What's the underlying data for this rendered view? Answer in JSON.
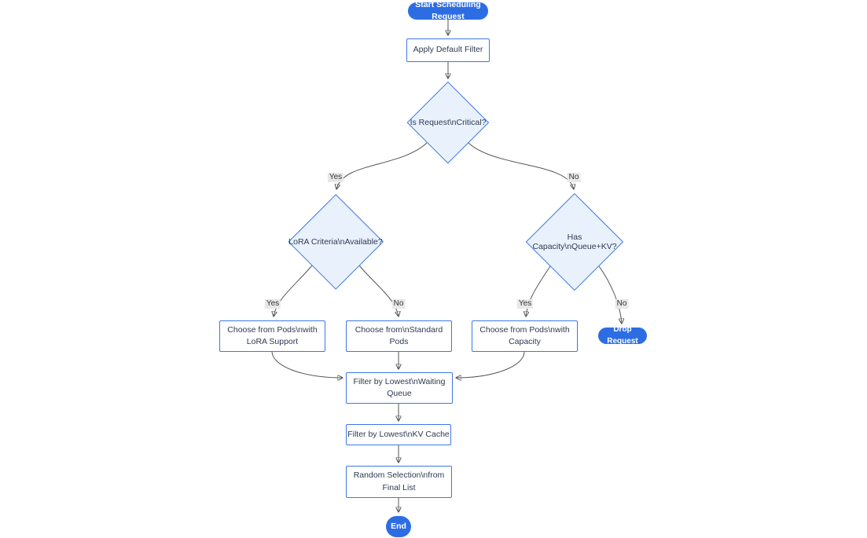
{
  "diagram": {
    "type": "flowchart",
    "direction": "top-down",
    "background": "#ffffff"
  },
  "colors": {
    "pill_fill": "#2d6de3",
    "pill_text": "#ffffff",
    "node_border": "#3d78e8",
    "diamond_fill": "#e9f1fc",
    "rect_fill": "#ffffff",
    "node_text": "#2e3a52",
    "edge_line": "#555555",
    "arrow_head": "#333333",
    "edge_label_bg": "#e8e8e8",
    "edge_label_text": "#333333"
  },
  "nodes": {
    "start": {
      "shape": "stadium",
      "label": "Start Scheduling Request"
    },
    "apply_filter": {
      "shape": "rect",
      "label": "Apply Default Filter"
    },
    "is_critical": {
      "shape": "diamond",
      "label": "Is Request\\nCritical?"
    },
    "lora_criteria": {
      "shape": "diamond",
      "label": "LoRA Criteria\\nAvailable?"
    },
    "has_capacity": {
      "shape": "diamond",
      "label": "Has Capacity\\nQueue+KV?"
    },
    "choose_lora": {
      "shape": "rect",
      "lines": [
        "Choose from Pods\\nwith",
        "LoRA Support"
      ]
    },
    "choose_standard": {
      "shape": "rect",
      "lines": [
        "Choose from\\nStandard",
        "Pods"
      ]
    },
    "choose_capacity": {
      "shape": "rect",
      "lines": [
        "Choose from Pods\\nwith",
        "Capacity"
      ]
    },
    "drop_request": {
      "shape": "stadium",
      "label": "Drop Request"
    },
    "filter_waiting": {
      "shape": "rect",
      "lines": [
        "Filter by Lowest\\nWaiting",
        "Queue"
      ]
    },
    "filter_kv": {
      "shape": "rect",
      "label": "Filter by Lowest\\nKV Cache"
    },
    "random_selection": {
      "shape": "rect",
      "lines": [
        "Random Selection\\nfrom",
        "Final List"
      ]
    },
    "end": {
      "shape": "stadium",
      "label": "End"
    }
  },
  "edges": [
    {
      "from": "start",
      "to": "apply_filter",
      "label": ""
    },
    {
      "from": "apply_filter",
      "to": "is_critical",
      "label": ""
    },
    {
      "from": "is_critical",
      "to": "lora_criteria",
      "label": "Yes"
    },
    {
      "from": "is_critical",
      "to": "has_capacity",
      "label": "No"
    },
    {
      "from": "lora_criteria",
      "to": "choose_lora",
      "label": "Yes"
    },
    {
      "from": "lora_criteria",
      "to": "choose_standard",
      "label": "No"
    },
    {
      "from": "has_capacity",
      "to": "choose_capacity",
      "label": "Yes"
    },
    {
      "from": "has_capacity",
      "to": "drop_request",
      "label": "No"
    },
    {
      "from": "choose_lora",
      "to": "filter_waiting",
      "label": ""
    },
    {
      "from": "choose_standard",
      "to": "filter_waiting",
      "label": ""
    },
    {
      "from": "choose_capacity",
      "to": "filter_waiting",
      "label": ""
    },
    {
      "from": "filter_waiting",
      "to": "filter_kv",
      "label": ""
    },
    {
      "from": "filter_kv",
      "to": "random_selection",
      "label": ""
    },
    {
      "from": "random_selection",
      "to": "end",
      "label": ""
    }
  ]
}
